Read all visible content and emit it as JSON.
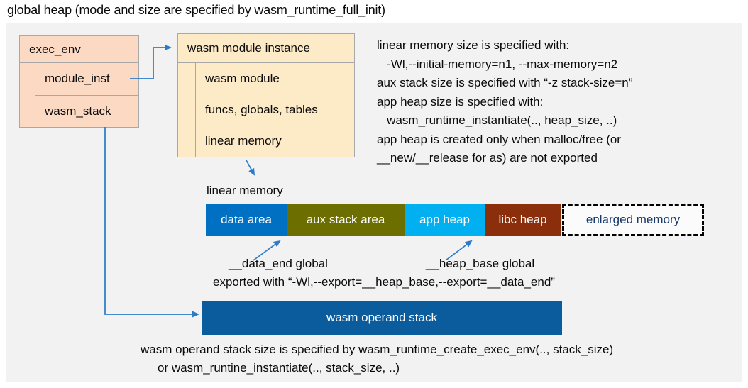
{
  "title": "global heap (mode and size are specified by wasm_runtime_full_init)",
  "exec_env": {
    "header": "exec_env",
    "rows": [
      "module_inst",
      "wasm_stack"
    ]
  },
  "module_instance": {
    "header": "wasm module instance",
    "rows": [
      "wasm module",
      "funcs, globals, tables",
      "linear memory"
    ]
  },
  "notes": {
    "lines": [
      "linear memory size is specified with:",
      "   -Wl,--initial-memory=n1, --max-memory=n2",
      "aux stack size is specified with “-z stack-size=n”",
      "app heap size is specified with:",
      "   wasm_runtime_instantiate(.., heap_size, ..)",
      "app heap is created only when malloc/free (or",
      "__new/__release for as) are not exported"
    ]
  },
  "linear_memory": {
    "label": "linear memory",
    "segments": [
      {
        "label": "data area",
        "color": "#0070C2",
        "text_color": "#FFFFFF"
      },
      {
        "label": "aux stack area",
        "color": "#6C6E00",
        "text_color": "#FFFFFF"
      },
      {
        "label": "app heap",
        "color": "#00B0F0",
        "text_color": "#FFFFFF"
      },
      {
        "label": "libc heap",
        "color": "#8B2E0B",
        "text_color": "#FFFFFF"
      },
      {
        "label": "enlarged memory",
        "color": "#FBFBFB",
        "text_color": "#18386B",
        "border": "dashed"
      }
    ]
  },
  "annotations": {
    "data_end": "__data_end global",
    "heap_base": "__heap_base global",
    "exported": "exported with “-Wl,--export=__heap_base,--export=__data_end”"
  },
  "operand_stack": {
    "label": "wasm operand stack",
    "caption_line1": "wasm operand stack size is specified by wasm_runtime_create_exec_env(.., stack_size)",
    "caption_line2": "or wasm_runtine_instantiate(.., stack_size, ..)"
  },
  "colors": {
    "canvas_background": "#F2F2F2",
    "exec_env_fill": "#FBD9C3",
    "module_instance_fill": "#FCEBC6",
    "box_border": "#A8A8A8",
    "operand_stack_fill": "#0B5C9D",
    "arrow": "#2A7BC8"
  }
}
